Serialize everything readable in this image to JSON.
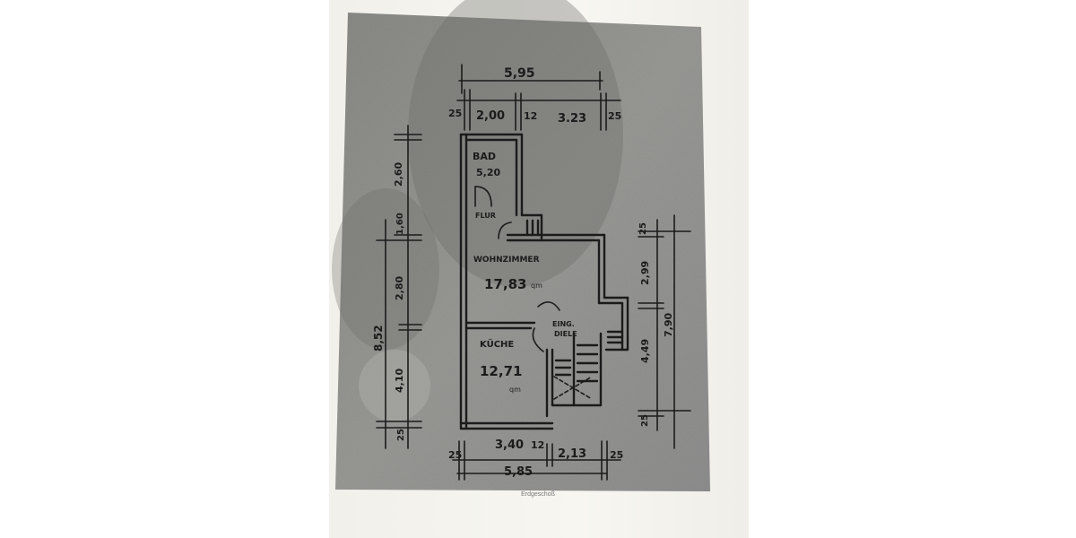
{
  "plan": {
    "caption": "Erdgeschoß",
    "dims": {
      "top_total": "5,95",
      "top_wall_left": "25",
      "top_seg1": "2,00",
      "top_inner_wall": "12",
      "top_seg2": "3.23",
      "top_wall_right": "25",
      "bottom_wall_left": "25",
      "bottom_seg1": "3,40",
      "bottom_inner_wall": "12",
      "bottom_seg2": "2,13",
      "bottom_wall_right": "25",
      "bottom_total": "5,85",
      "left_bad_h": "2,60",
      "left_flur_h": "1,60",
      "left_total": "8,52",
      "left_wohn_h": "2,80",
      "left_kueche_h": "4,10",
      "left_wall_bottom": "25",
      "right_wall_top": "25",
      "right_upper": "2,99",
      "right_total": "7,90",
      "right_lower": "4,49",
      "right_wall_bottom": "25"
    },
    "rooms": {
      "bad_name": "BAD",
      "bad_area": "5,20",
      "flur_name": "FLUR",
      "wohn_name": "WOHNZIMMER",
      "wohn_area": "17,83",
      "wohn_unit": "qm",
      "diele_name1": "EING.",
      "diele_name2": "DIELE",
      "kueche_name": "KÜCHE",
      "kueche_area": "12,71",
      "kueche_unit": "qm"
    }
  }
}
